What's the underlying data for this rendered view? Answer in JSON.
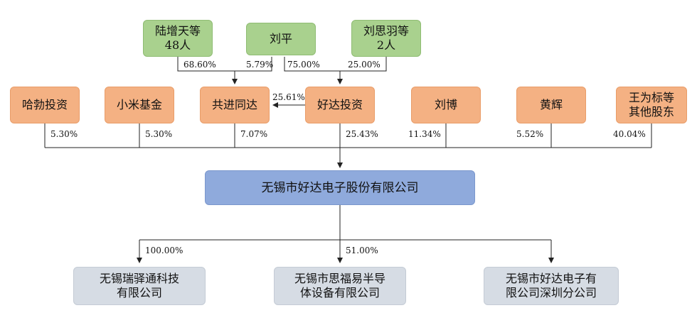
{
  "top_shareholders": [
    {
      "id": "lu_zengtian",
      "label": "陆增天等\n48人"
    },
    {
      "id": "liu_ping",
      "label": "刘平"
    },
    {
      "id": "liu_siyu",
      "label": "刘思羽等\n2人"
    }
  ],
  "middle_shareholders": [
    {
      "id": "haabo",
      "label": "哈勃投资"
    },
    {
      "id": "xiaomi",
      "label": "小米基金"
    },
    {
      "id": "gongjin",
      "label": "共进同达"
    },
    {
      "id": "haoda_invest",
      "label": "好达投资"
    },
    {
      "id": "liu_bo",
      "label": "刘博"
    },
    {
      "id": "huang_hui",
      "label": "黄辉"
    },
    {
      "id": "wang_weibiao",
      "label": "王为标等\n其他股东"
    }
  ],
  "company": {
    "label": "无锡市好达电子股份有限公司"
  },
  "subsidiaries": [
    {
      "id": "ruiyi",
      "label": "无锡瑞驿通科技\n有限公司"
    },
    {
      "id": "sifu",
      "label": "无锡市思福易半导\n体设备有限公司"
    },
    {
      "id": "shenzhen",
      "label": "无锡市好达电子有\n限公司深圳分公司"
    }
  ],
  "edges": {
    "lu_to_gongjin": "68.60%",
    "liuping_to_gongjin": "5.79%",
    "liuping_to_haoda": "75.00%",
    "liusiyu_to_haoda": "25.00%",
    "haoda_to_gongjin": "25.61%",
    "haabo_to_company": "5.30%",
    "xiaomi_to_company": "5.30%",
    "gongjin_to_company": "7.07%",
    "haoda_to_company": "25.43%",
    "liubo_to_company": "11.34%",
    "huanghui_to_company": "5.52%",
    "others_to_company": "40.04%",
    "company_to_ruiyi": "100.00%",
    "company_to_sifu": "51.00%"
  },
  "colors": {
    "top": "#a9d18e",
    "middle": "#f4b183",
    "company": "#8faadc",
    "subsidiary": "#d6dce4",
    "line": "#222222"
  }
}
